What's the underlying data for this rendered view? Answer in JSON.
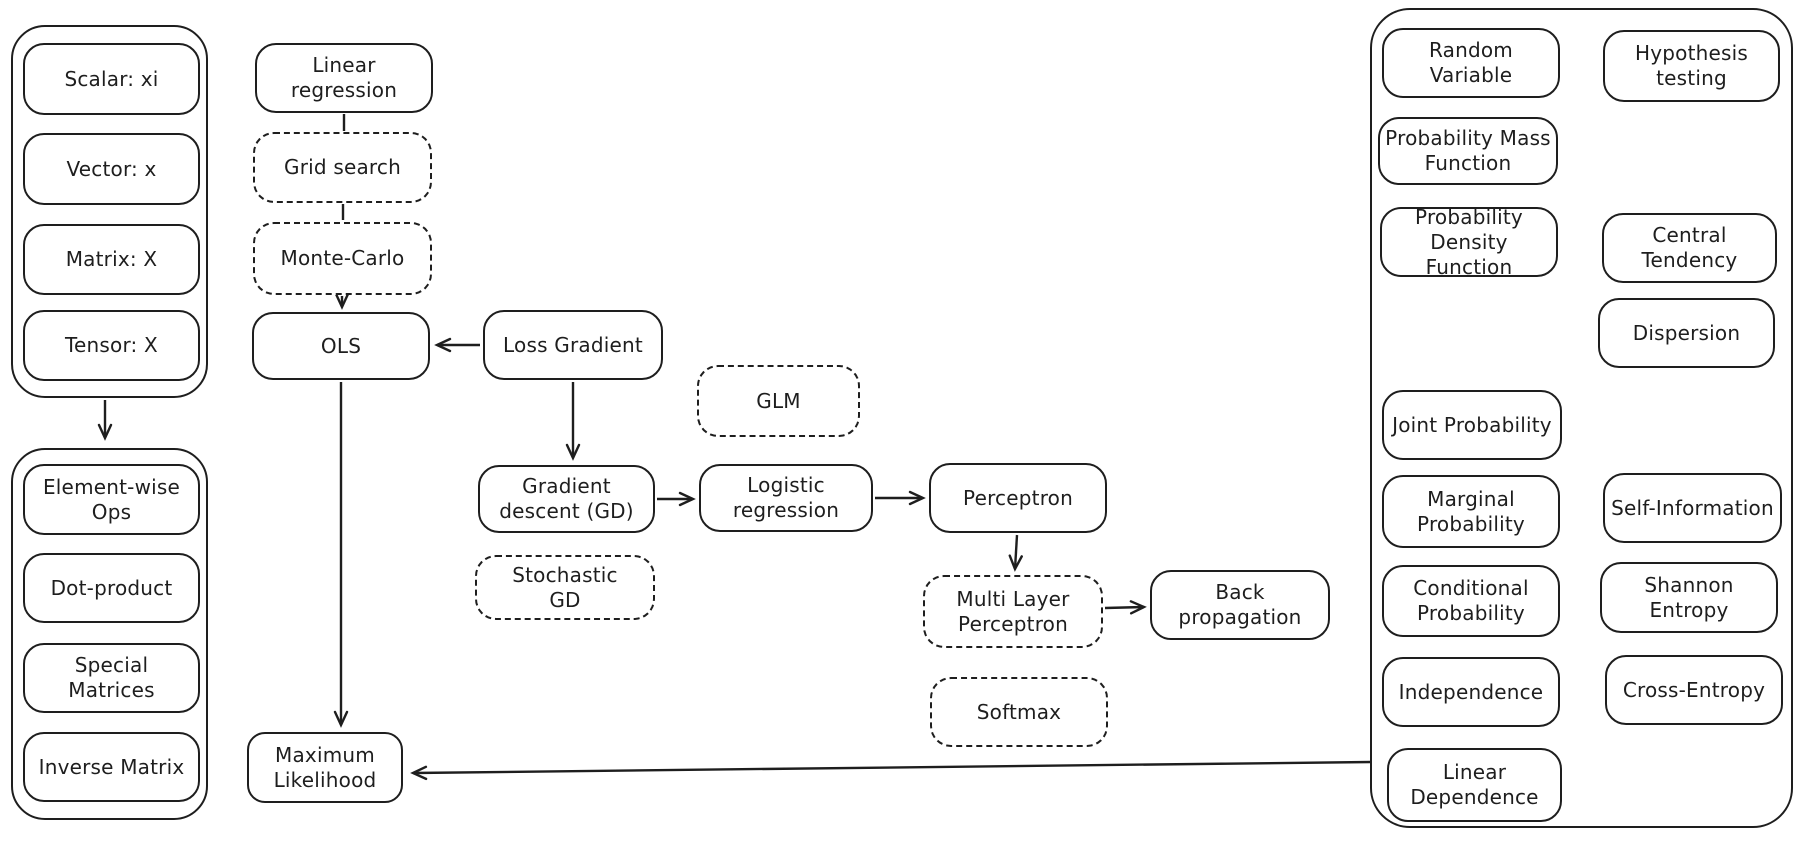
{
  "canvas": {
    "background": "#ffffff",
    "stroke_color": "#1e1e1e",
    "style": "hand-drawn flowchart"
  },
  "groups": {
    "tensor_types": {
      "description": "container of scalar/vector/matrix/tensor boxes"
    },
    "matrix_operations": {
      "description": "container of matrix operation boxes"
    },
    "probability": {
      "description": "container of probability and information theory boxes"
    }
  },
  "nodes": {
    "scalar": {
      "label": "Scalar: xi"
    },
    "vector": {
      "label": "Vector: x"
    },
    "matrix": {
      "label": "Matrix: X"
    },
    "tensor": {
      "label": "Tensor: X"
    },
    "element_wise_ops": {
      "label": "Element-wise\nOps"
    },
    "dot_product": {
      "label": "Dot-product"
    },
    "special_matrices": {
      "label": "Special Matrices"
    },
    "inverse_matrix": {
      "label": "Inverse Matrix"
    },
    "linear_regression": {
      "label": "Linear regression"
    },
    "grid_search": {
      "label": "Grid search"
    },
    "monte_carlo": {
      "label": "Monte-Carlo"
    },
    "ols": {
      "label": "OLS"
    },
    "loss_gradient": {
      "label": "Loss Gradient"
    },
    "gradient_descent": {
      "label": "Gradient\ndescent (GD)"
    },
    "stochastic_gd": {
      "label": "Stochastic\nGD"
    },
    "glm": {
      "label": "GLM"
    },
    "logistic_regression": {
      "label": "Logistic\nregression"
    },
    "perceptron": {
      "label": "Perceptron"
    },
    "multi_layer_perceptron": {
      "label": "Multi Layer\nPerceptron"
    },
    "back_propagation": {
      "label": "Back\npropagation"
    },
    "softmax": {
      "label": "Softmax"
    },
    "maximum_likelihood": {
      "label": "Maximum\nLikelihood"
    },
    "random_variable": {
      "label": "Random Variable"
    },
    "probability_mass_function": {
      "label": "Probability Mass\nFunction"
    },
    "probability_density_function": {
      "label": "Probability\nDensity Function"
    },
    "joint_probability": {
      "label": "Joint Probability"
    },
    "marginal_probability": {
      "label": "Marginal\nProbability"
    },
    "conditional_probability": {
      "label": "Conditional\nProbability"
    },
    "independence": {
      "label": "Independence"
    },
    "linear_dependence": {
      "label": "Linear\nDependence"
    },
    "hypothesis_testing": {
      "label": "Hypothesis\ntesting"
    },
    "central_tendency": {
      "label": "Central\nTendency"
    },
    "dispersion": {
      "label": "Dispersion"
    },
    "self_information": {
      "label": "Self-Information"
    },
    "shannon_entropy": {
      "label": "Shannon Entropy"
    },
    "cross_entropy": {
      "label": "Cross-Entropy"
    }
  },
  "edges": [
    {
      "from": "tensor_types_group",
      "to": "matrix_operations_group",
      "style": "arrow"
    },
    {
      "from": "linear_regression",
      "to": "grid_search",
      "style": "line"
    },
    {
      "from": "grid_search",
      "to": "monte_carlo",
      "style": "line"
    },
    {
      "from": "monte_carlo",
      "to": "ols",
      "style": "arrow"
    },
    {
      "from": "loss_gradient",
      "to": "ols",
      "style": "arrow"
    },
    {
      "from": "loss_gradient",
      "to": "gradient_descent",
      "style": "arrow"
    },
    {
      "from": "gradient_descent",
      "to": "logistic_regression",
      "style": "arrow"
    },
    {
      "from": "logistic_regression",
      "to": "perceptron",
      "style": "arrow"
    },
    {
      "from": "perceptron",
      "to": "multi_layer_perceptron",
      "style": "arrow"
    },
    {
      "from": "multi_layer_perceptron",
      "to": "back_propagation",
      "style": "arrow"
    },
    {
      "from": "ols",
      "to": "maximum_likelihood",
      "style": "arrow"
    },
    {
      "from": "probability_group",
      "to": "maximum_likelihood",
      "style": "arrow"
    }
  ]
}
